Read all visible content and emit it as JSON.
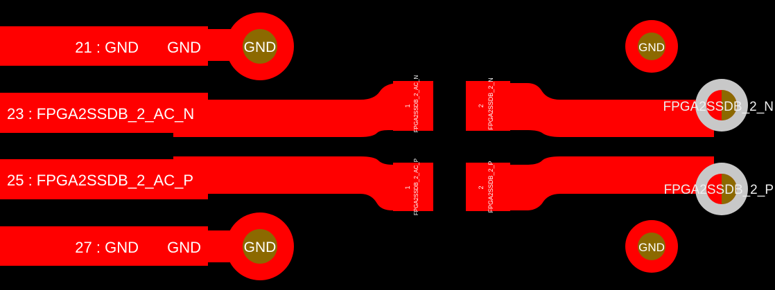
{
  "colors": {
    "background": "#000000",
    "copper": "#ff0000",
    "drill": "#8c6900",
    "via_ring": "#c8c8c8",
    "label": "#ffffff",
    "pad_label": "#ffffff",
    "side_label": "#eeeeee"
  },
  "pads": {
    "pad21": {
      "label": "21 : GND",
      "net": "GND"
    },
    "pad23": {
      "label": "23 : FPGA2SSDB_2_AC_N"
    },
    "pad25": {
      "label": "25 : FPGA2SSDB_2_AC_P"
    },
    "pad27": {
      "label": "27 : GND",
      "net": "GND"
    }
  },
  "vias": {
    "via_top_left": "GND",
    "via_bottom_left": "GND",
    "via_top_right": "GND",
    "via_bottom_right": "GND",
    "via_n": "FPGA2SSDB_2_N",
    "via_p": "FPGA2SSDB_2_P"
  },
  "caps": {
    "top": {
      "pad1_number": "1",
      "pad1_net": "FPGA2SSDB_2_AC_N",
      "pad2_number": "2",
      "pad2_net": "FPGA2SSDB_2_N"
    },
    "bottom": {
      "pad1_number": "1",
      "pad1_net": "FPGA2SSDB_2_AC_P",
      "pad2_number": "2",
      "pad2_net": "FPGA2SSDB_2_P"
    }
  }
}
